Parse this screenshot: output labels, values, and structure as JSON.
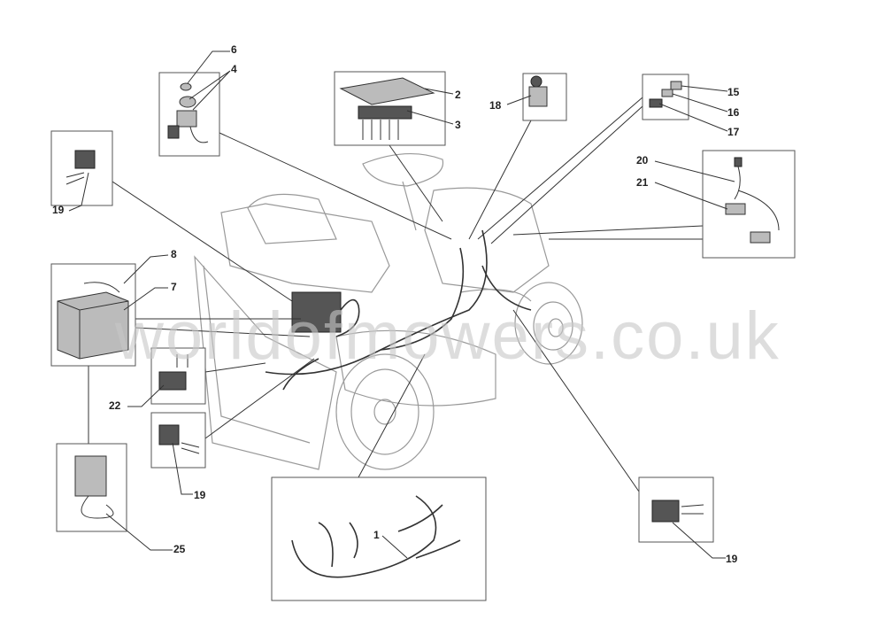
{
  "diagram": {
    "watermark": "worldofmowers.co.uk",
    "callouts": [
      {
        "id": "c6",
        "label": "6"
      },
      {
        "id": "c4",
        "label": "4"
      },
      {
        "id": "c2",
        "label": "2"
      },
      {
        "id": "c3",
        "label": "3"
      },
      {
        "id": "c18",
        "label": "18"
      },
      {
        "id": "c15",
        "label": "15"
      },
      {
        "id": "c16",
        "label": "16"
      },
      {
        "id": "c17",
        "label": "17"
      },
      {
        "id": "c20",
        "label": "20"
      },
      {
        "id": "c21",
        "label": "21"
      },
      {
        "id": "c19a",
        "label": "19"
      },
      {
        "id": "c8",
        "label": "8"
      },
      {
        "id": "c7",
        "label": "7"
      },
      {
        "id": "c22",
        "label": "22"
      },
      {
        "id": "c19b",
        "label": "19"
      },
      {
        "id": "c1",
        "label": "1"
      },
      {
        "id": "c25",
        "label": "25"
      },
      {
        "id": "c19c",
        "label": "19"
      }
    ]
  }
}
